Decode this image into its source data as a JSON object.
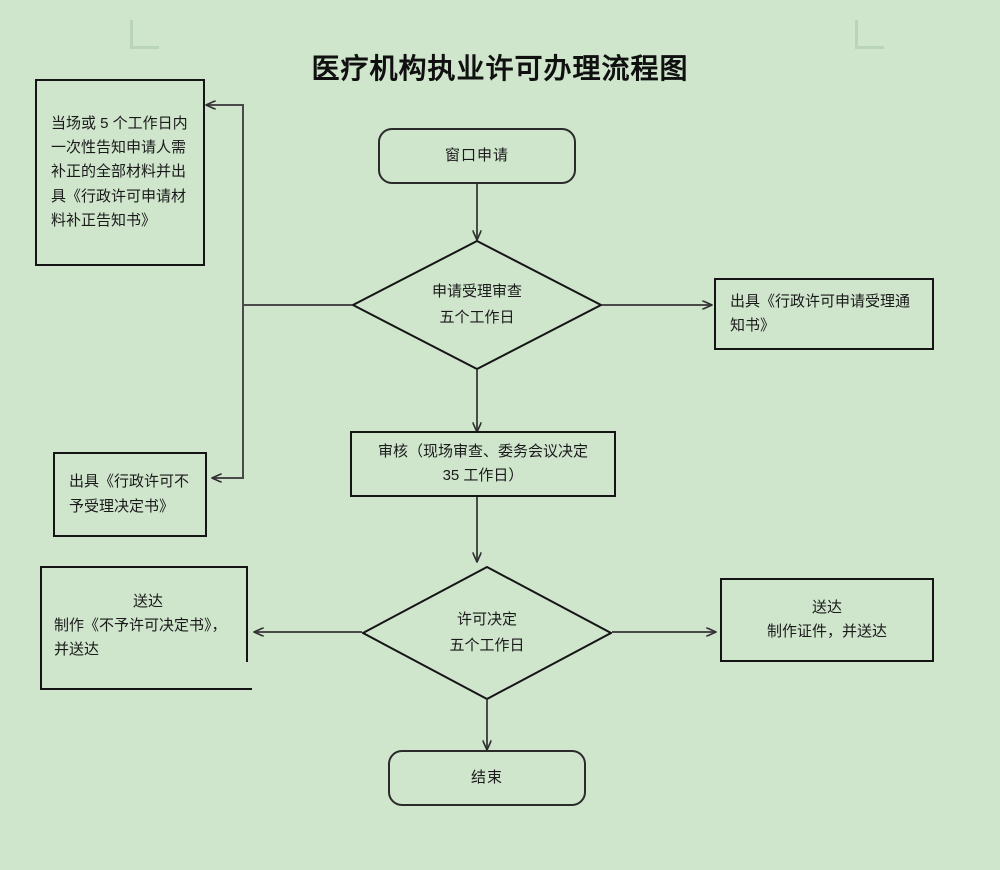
{
  "page": {
    "title": "医疗机构执业许可办理流程图",
    "background_color": "#cfe6cd",
    "stroke_color": "#151515",
    "text_color": "#1a1a1a"
  },
  "crop_marks": [
    {
      "name": "top-left-crop-mark"
    },
    {
      "name": "top-right-crop-mark"
    }
  ],
  "nodes": {
    "start": {
      "label": "窗口申请",
      "shape": "rounded-rectangle"
    },
    "review_decision": {
      "line1": "申请受理审查",
      "line2": "五个工作日",
      "shape": "diamond"
    },
    "supplement_notice": {
      "line1": "当场或 5 个工作日内",
      "line2": "一次性告知申请人需",
      "line3": "补正的全部材料并出",
      "line4": "具《行政许可申请材",
      "line5": "料补正告知书》",
      "shape": "rectangle"
    },
    "acceptance_notice": {
      "line1": "出具《行政许可申请受理通",
      "line2": "知书》",
      "shape": "rectangle"
    },
    "rejection_notice": {
      "line1": "出具《行政许可不",
      "line2": "予受理决定书》",
      "shape": "rectangle"
    },
    "examination": {
      "line1": "审核（现场审查、委务会议决定",
      "line2": "35 工作日）",
      "shape": "rectangle"
    },
    "permit_decision": {
      "line1": "许可决定",
      "line2": "五个工作日",
      "shape": "diamond"
    },
    "deliver_refusal": {
      "line1": "送达",
      "line2": "制作《不予许可决定书》，",
      "line3": "并送达",
      "shape": "rectangle"
    },
    "deliver_license": {
      "line1": "送达",
      "line2": "制作证件，并送达",
      "shape": "rectangle"
    },
    "end": {
      "label": "结束",
      "shape": "rounded-rectangle"
    }
  },
  "edges": [
    {
      "name": "start-to-review",
      "from": "start",
      "to": "review_decision",
      "label": ""
    },
    {
      "name": "review-to-supplement",
      "from": "review_decision",
      "to": "supplement_notice",
      "label": ""
    },
    {
      "name": "review-to-rejection",
      "from": "review_decision",
      "to": "rejection_notice",
      "label": ""
    },
    {
      "name": "review-to-acceptance",
      "from": "review_decision",
      "to": "acceptance_notice",
      "label": ""
    },
    {
      "name": "review-to-examination",
      "from": "review_decision",
      "to": "examination",
      "label": ""
    },
    {
      "name": "examination-to-permit",
      "from": "examination",
      "to": "permit_decision",
      "label": ""
    },
    {
      "name": "permit-to-refusal",
      "from": "permit_decision",
      "to": "deliver_refusal",
      "label": ""
    },
    {
      "name": "permit-to-license",
      "from": "permit_decision",
      "to": "deliver_license",
      "label": ""
    },
    {
      "name": "permit-to-end",
      "from": "permit_decision",
      "to": "end",
      "label": ""
    }
  ]
}
